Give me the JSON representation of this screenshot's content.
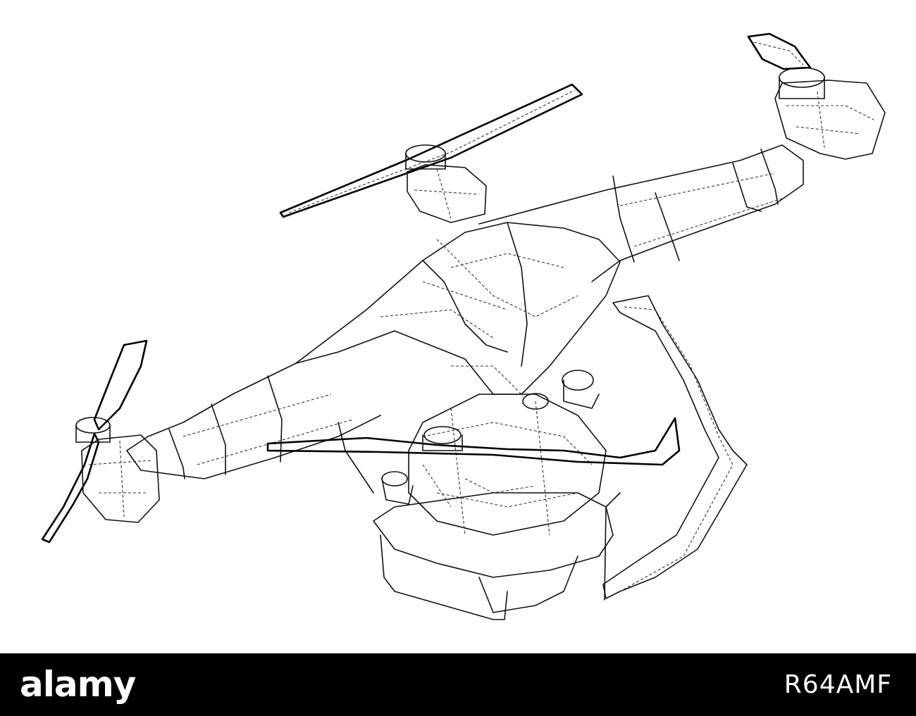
{
  "image": {
    "subject": "drone-wireframe",
    "line_color": "#111111",
    "background_color": "#ffffff"
  },
  "footer": {
    "brand": "alamy",
    "image_id": "R64AMF",
    "background_color": "#000000",
    "text_color": "#ffffff"
  }
}
